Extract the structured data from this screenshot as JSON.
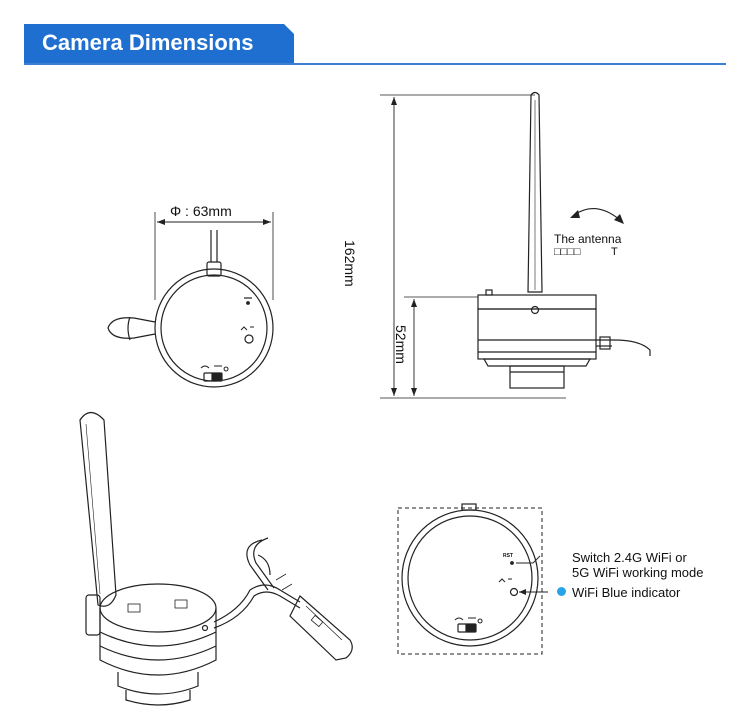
{
  "header": {
    "title": "Camera Dimensions"
  },
  "dimensions": {
    "diameter_label": "Φ : 63mm",
    "height_total_label": "162mm",
    "height_body_label": "52mm"
  },
  "antenna_note": {
    "line1": "The antenna",
    "line2": "□□□□          T"
  },
  "callouts": {
    "switch_line1": "Switch 2.4G WiFi or",
    "switch_line2": "5G WiFi working mode",
    "indicator": "WiFi Blue indicator"
  },
  "small_labels": {
    "rst": "RST"
  },
  "colors": {
    "accent": "#1f6fd0",
    "indicator_dot": "#2aa3e6",
    "line": "#222222"
  }
}
